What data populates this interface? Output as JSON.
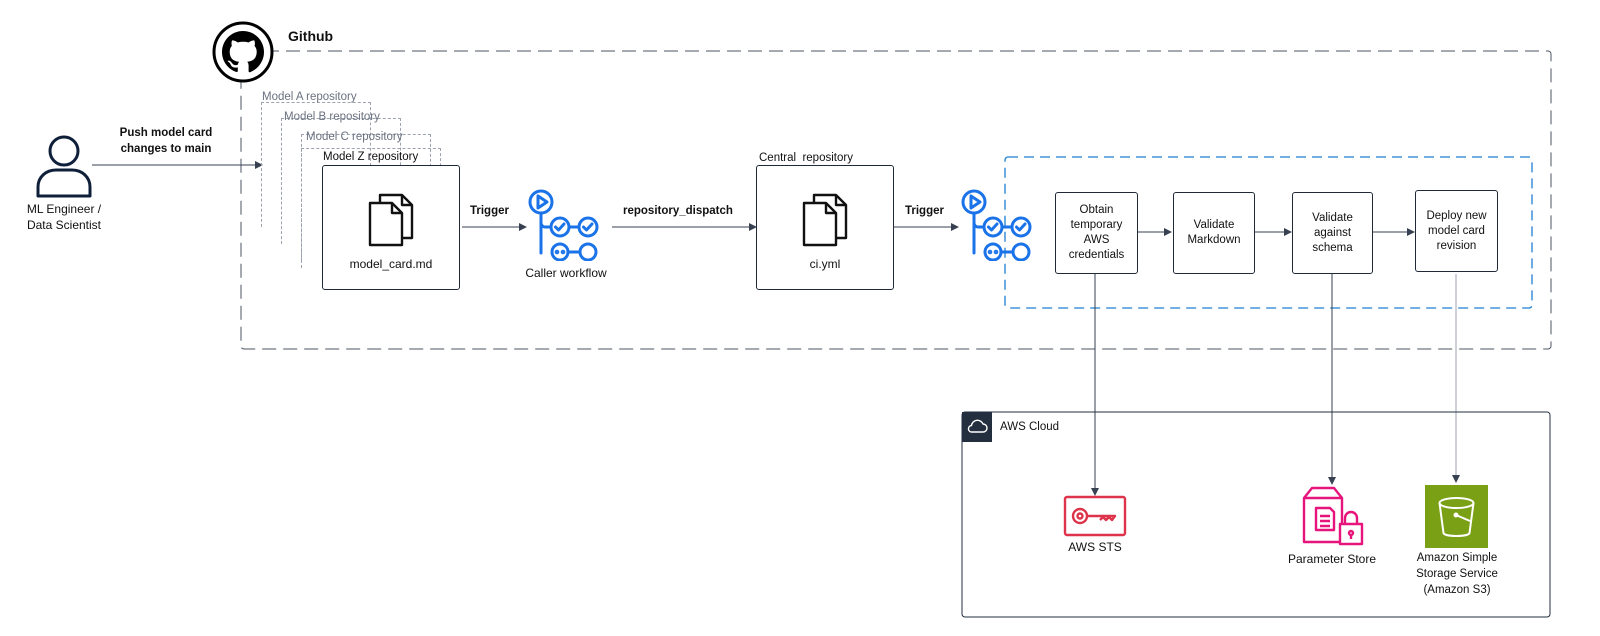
{
  "github": {
    "label": "Github"
  },
  "actor": {
    "label_line1": "ML Engineer /",
    "label_line2": "Data Scientist"
  },
  "push_label": {
    "line1": "Push model card",
    "line2": "changes to main"
  },
  "repos": {
    "stack": [
      "Model A repository",
      "Model B repository",
      "Model C repository"
    ],
    "front": "Model Z repository",
    "file": "model_card.md"
  },
  "trigger_label": "Trigger",
  "caller_workflow": "Caller workflow",
  "dispatch_label": "repository_dispatch",
  "central": {
    "title": "Central  repository",
    "file": "ci.yml"
  },
  "steps": [
    {
      "text": "Obtain temporary AWS credentials"
    },
    {
      "text": "Validate Markdown"
    },
    {
      "text": "Validate against schema"
    },
    {
      "text": "Deploy new model card revision"
    }
  ],
  "aws": {
    "label": "AWS Cloud",
    "services": [
      {
        "name": "AWS STS",
        "color": "#dd344c",
        "icon": "key-icon"
      },
      {
        "name": "Parameter Store",
        "color": "#e7157b",
        "icon": "parameter-store-icon"
      },
      {
        "name": "Amazon Simple Storage Service (Amazon S3)",
        "color": "#7aa116",
        "icon": "bucket-icon"
      }
    ]
  },
  "colors": {
    "workflow_blue": "#1a73e8",
    "dashed_blue": "#1d7fd1",
    "dashed_grey": "#4b5563"
  }
}
